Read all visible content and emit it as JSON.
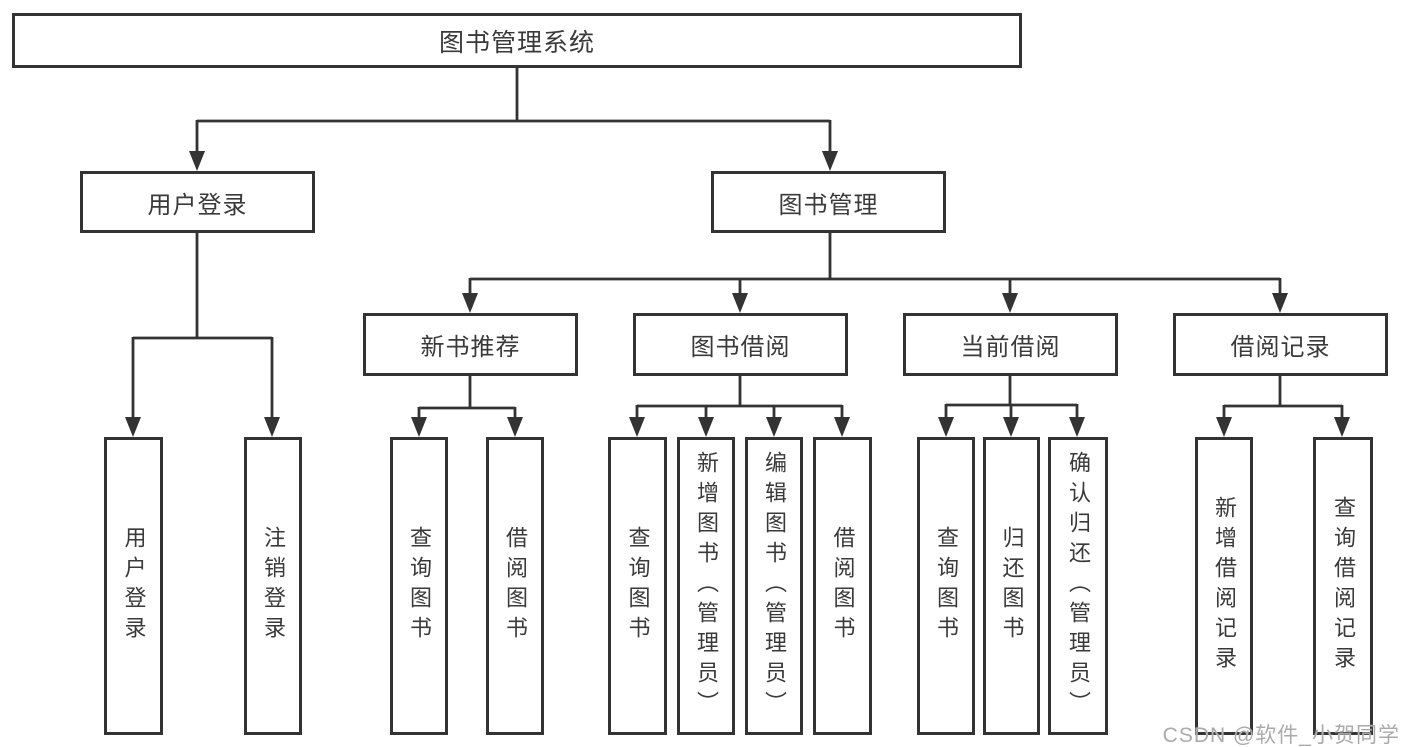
{
  "tree": {
    "root": "图书管理系统",
    "branches": [
      {
        "label": "用户登录",
        "children": [
          "用户登录",
          "注销登录"
        ]
      },
      {
        "label": "图书管理",
        "children": [
          {
            "label": "新书推荐",
            "children": [
              "查询图书",
              "借阅图书"
            ]
          },
          {
            "label": "图书借阅",
            "children": [
              "查询图书",
              "新增图书（管理员）",
              "编辑图书（管理员）",
              "借阅图书"
            ]
          },
          {
            "label": "当前借阅",
            "children": [
              "查询图书",
              "归还图书",
              "确认归还（管理员）"
            ]
          },
          {
            "label": "借阅记录",
            "children": [
              "新增借阅记录",
              "查询借阅记录"
            ]
          }
        ]
      }
    ]
  },
  "colors": {
    "line": "#333333",
    "text": "#3a3a3a",
    "watermark": "#aaaaaa"
  },
  "watermark": {
    "text": "CSDN @软件_小贺同学"
  }
}
